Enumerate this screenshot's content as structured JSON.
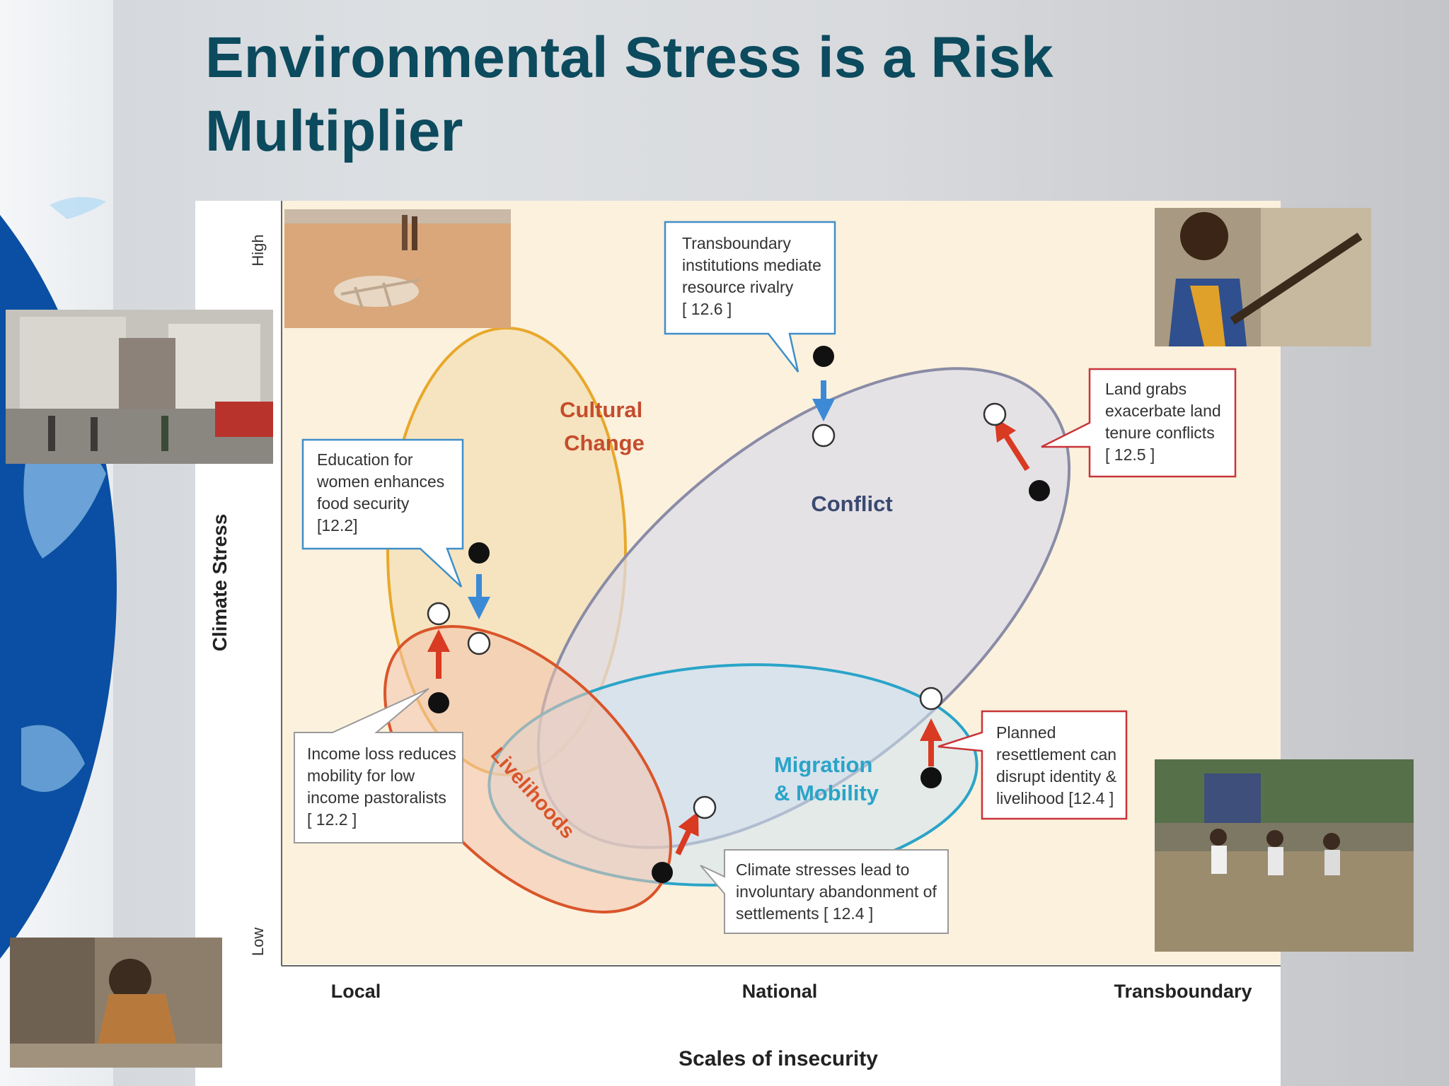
{
  "slide": {
    "title_line1": "Environmental Stress is a Risk",
    "title_line2": "Multiplier"
  },
  "diagram": {
    "y_axis_label": "Climate Stress",
    "y_axis_high": "High",
    "y_axis_low": "Low",
    "x_axis_label": "Scales of insecurity",
    "x_ticks": [
      "Local",
      "National",
      "Transboundary"
    ],
    "regions": {
      "cultural_change": [
        "Cultural",
        "Change"
      ],
      "conflict": "Conflict",
      "migration": [
        "Migration",
        "& Mobility"
      ],
      "livelihoods": "Livelihoods"
    },
    "callouts": {
      "transboundary": [
        "Transboundary",
        "institutions mediate",
        "resource rivalry",
        "[ 12.6 ]"
      ],
      "land_grabs": [
        "Land grabs",
        "exacerbate land",
        "tenure conflicts",
        "[ 12.5 ]"
      ],
      "education": [
        "Education for",
        "women enhances",
        "food security",
        "[12.2]"
      ],
      "income_loss": [
        "Income loss reduces",
        "mobility for low",
        "income pastoralists",
        "[ 12.2 ]"
      ],
      "resettlement": [
        "Planned",
        "resettlement can",
        "disrupt identity &",
        "livelihood [12.4 ]"
      ],
      "climate_stresses": [
        "Climate stresses lead to",
        "involuntary abandonment of",
        "settlements [ 12.4 ]"
      ]
    },
    "colors": {
      "title": "#0c4a5e",
      "cultural": "#e8a82c",
      "conflict": "#8a8ca6",
      "migration": "#2aa4c8",
      "livelihoods": "#d9552a",
      "arrow_red": "#d93a22",
      "arrow_blue": "#3c8ad6",
      "callout_blue": "#3f8fc9",
      "callout_red": "#c8343a",
      "background": "#fbf1dd"
    }
  }
}
